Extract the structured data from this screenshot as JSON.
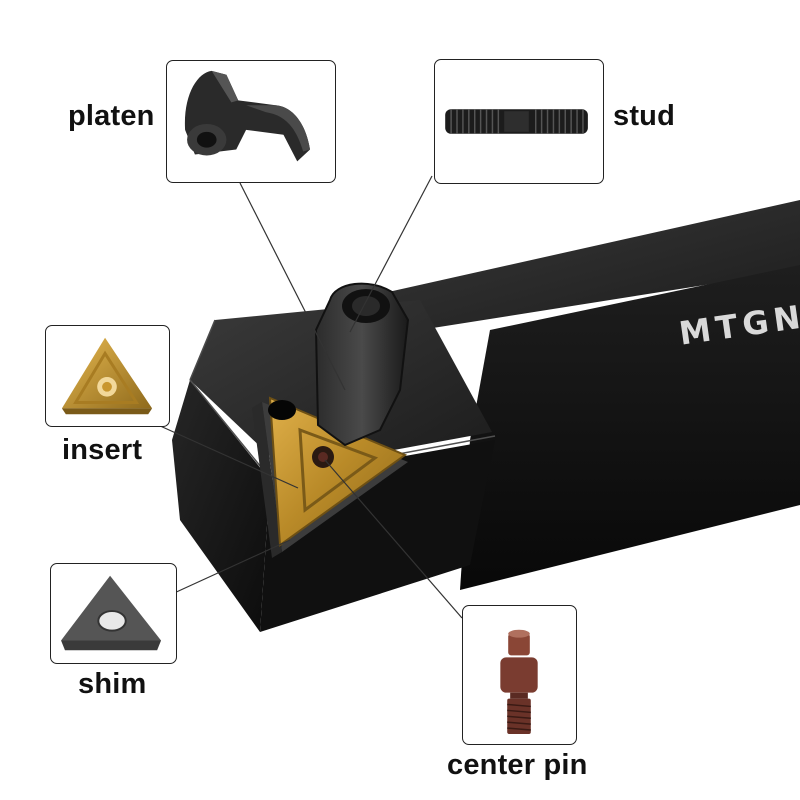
{
  "labels": {
    "platen": "platen",
    "stud": "stud",
    "insert": "insert",
    "shim": "shim",
    "center_pin": "center pin"
  },
  "holder_marking": "MTGN",
  "colors": {
    "holder": "#141414",
    "insert_gold": "#c9962e",
    "shim": "#4a4a4a",
    "center_pin": "#7a3c30",
    "leader_line": "#333333"
  }
}
